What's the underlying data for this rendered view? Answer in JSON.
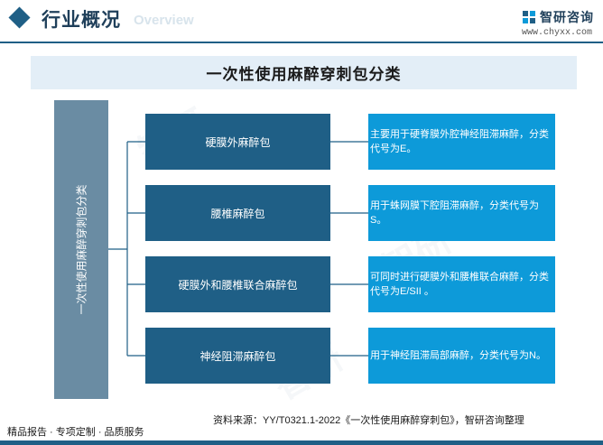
{
  "header": {
    "title": "行业概况",
    "watermark": "Overview",
    "logo_text": "智研咨询",
    "logo_url": "www.chyxx.com"
  },
  "main": {
    "title": "一次性使用麻醉穿刺包分类",
    "root_label": "一次性使用麻醉穿刺包分类",
    "categories": [
      {
        "name": "硬膜外麻醉包",
        "description": "主要用于硬脊膜外腔神经阻滞麻醉，分类代号为E。"
      },
      {
        "name": "腰椎麻醉包",
        "description": "用于蛛网膜下腔阻滞麻醉，分类代号为S。"
      },
      {
        "name": "硬膜外和腰椎联合麻醉包",
        "description": "可同时进行硬膜外和腰椎联合麻醉，分类代号为E/SII 。"
      },
      {
        "name": "神经阻滞麻醉包",
        "description": "用于神经阻滞局部麻醉，分类代号为N。"
      }
    ]
  },
  "footer": {
    "tagline": "精品报告 · 专项定制 · 品质服务",
    "source": "资料来源：YY/T0321.1-2022《一次性使用麻醉穿刺包》，智研咨询整理"
  },
  "colors": {
    "header_accent": "#1f5f86",
    "category_box": "#1f5f86",
    "description_box": "#0d9ad9",
    "root_box": "#6a8ca3",
    "banner": "#e3eef7"
  }
}
